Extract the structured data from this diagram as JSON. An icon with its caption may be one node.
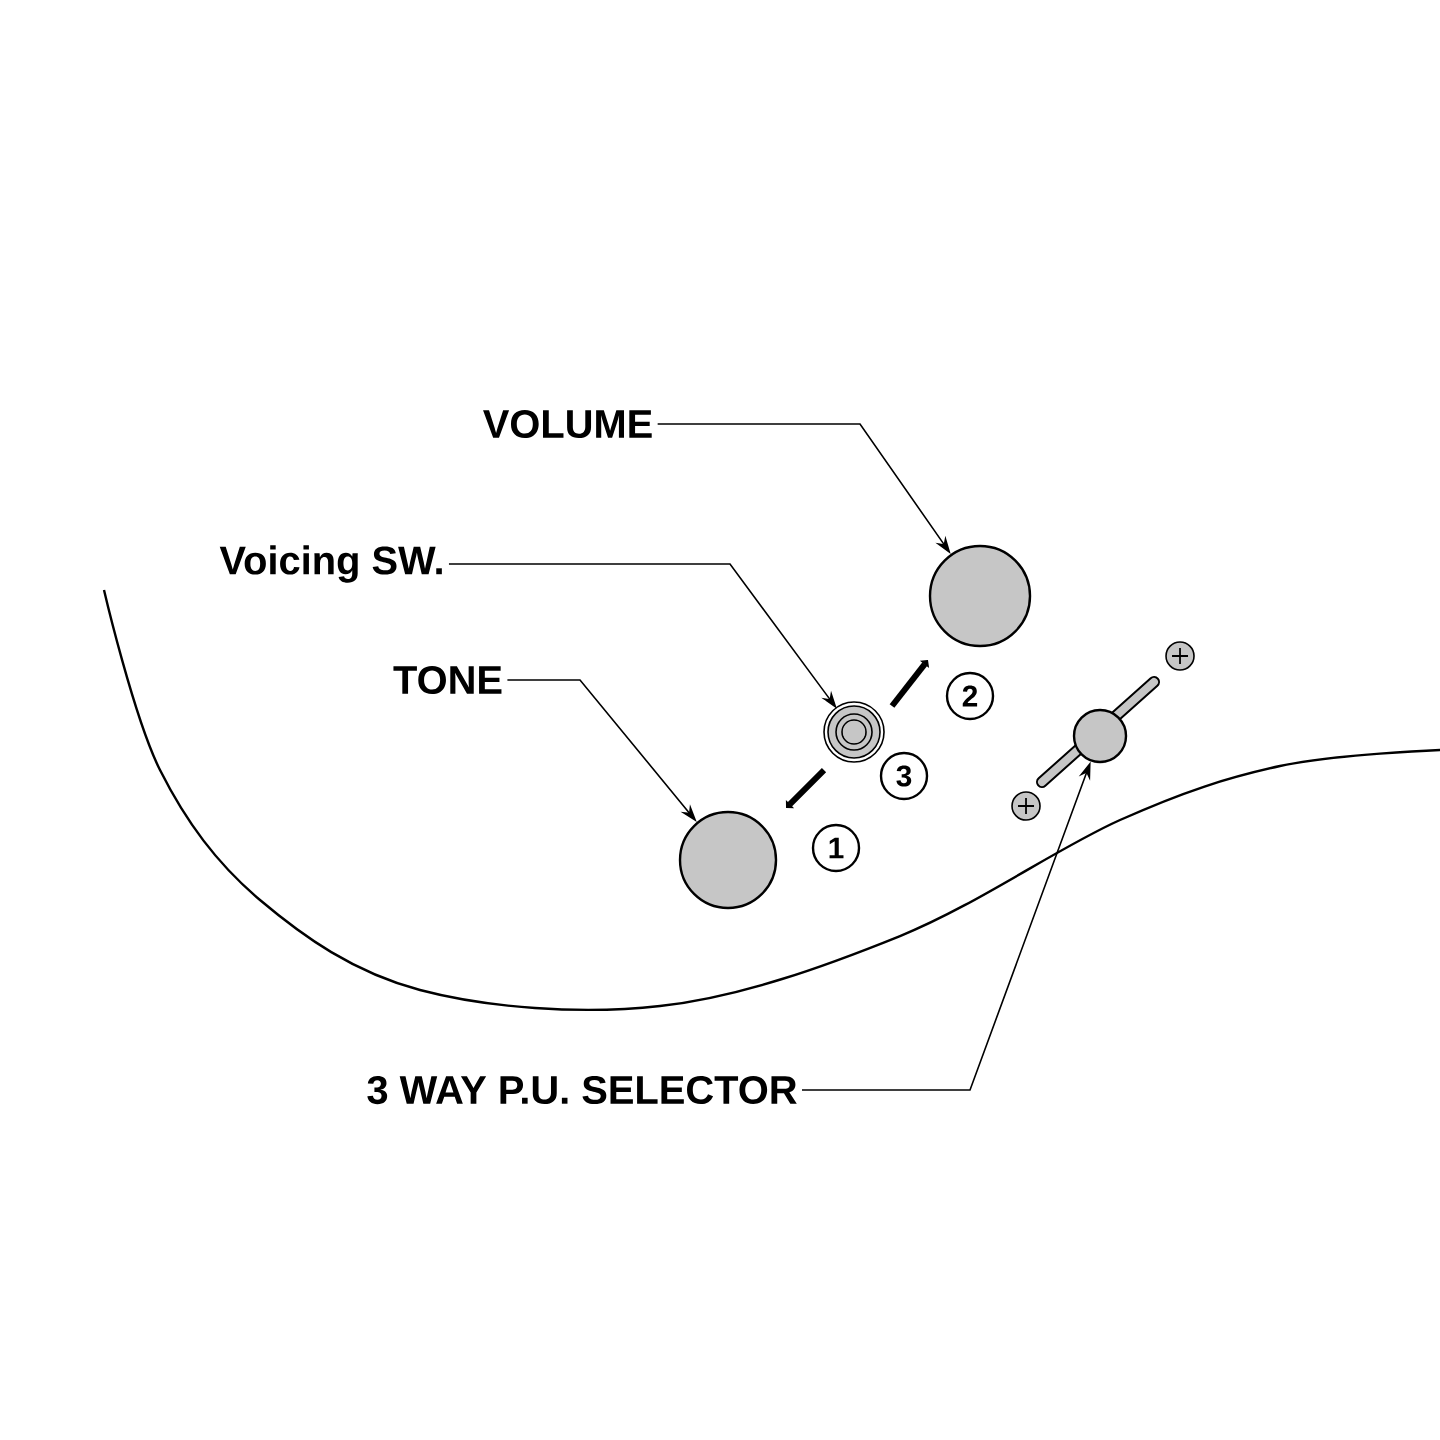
{
  "diagram": {
    "nodes": [
      {
        "text": [
          "VOLUME"
        ]
      },
      {
        "text": [],
        "shape": "circle"
      },
      {
        "text": [
          "Voicing SW."
        ]
      },
      {
        "text": [],
        "shape": "circle"
      },
      {
        "text": [
          "TONE"
        ]
      },
      {
        "text": [],
        "shape": "circle"
      },
      {
        "text": [
          "3 WAY P.U. SELECTOR"
        ]
      },
      {
        "text": [],
        "shape": "circle"
      },
      {
        "text": [
          "1"
        ]
      },
      {
        "text": [
          "2"
        ]
      },
      {
        "text": [
          "3"
        ]
      }
    ],
    "edges": [
      {
        "from": 0,
        "to": 1,
        "arrow": "to"
      },
      {
        "from": 2,
        "to": 3,
        "arrow": "to"
      },
      {
        "from": 4,
        "to": 5,
        "arrow": "to"
      },
      {
        "from": 6,
        "to": 7,
        "arrow": "to"
      }
    ]
  }
}
